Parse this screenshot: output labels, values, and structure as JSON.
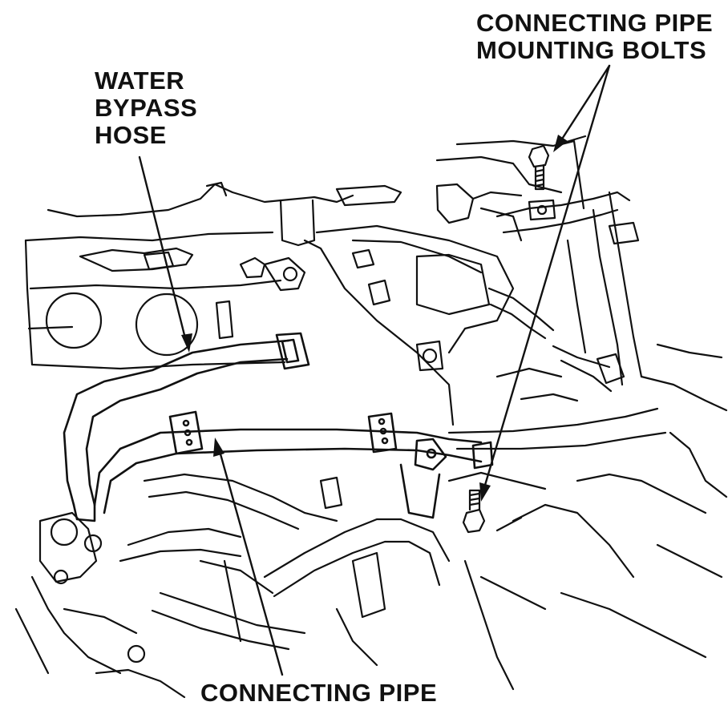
{
  "labels": {
    "water_bypass_hose": [
      "WATER",
      "BYPASS",
      "HOSE"
    ],
    "mounting_bolts": [
      "CONNECTING PIPE",
      "MOUNTING BOLTS"
    ],
    "connecting_pipe": "CONNECTING PIPE"
  },
  "colors": {
    "line": "#111111",
    "background": "#ffffff"
  }
}
